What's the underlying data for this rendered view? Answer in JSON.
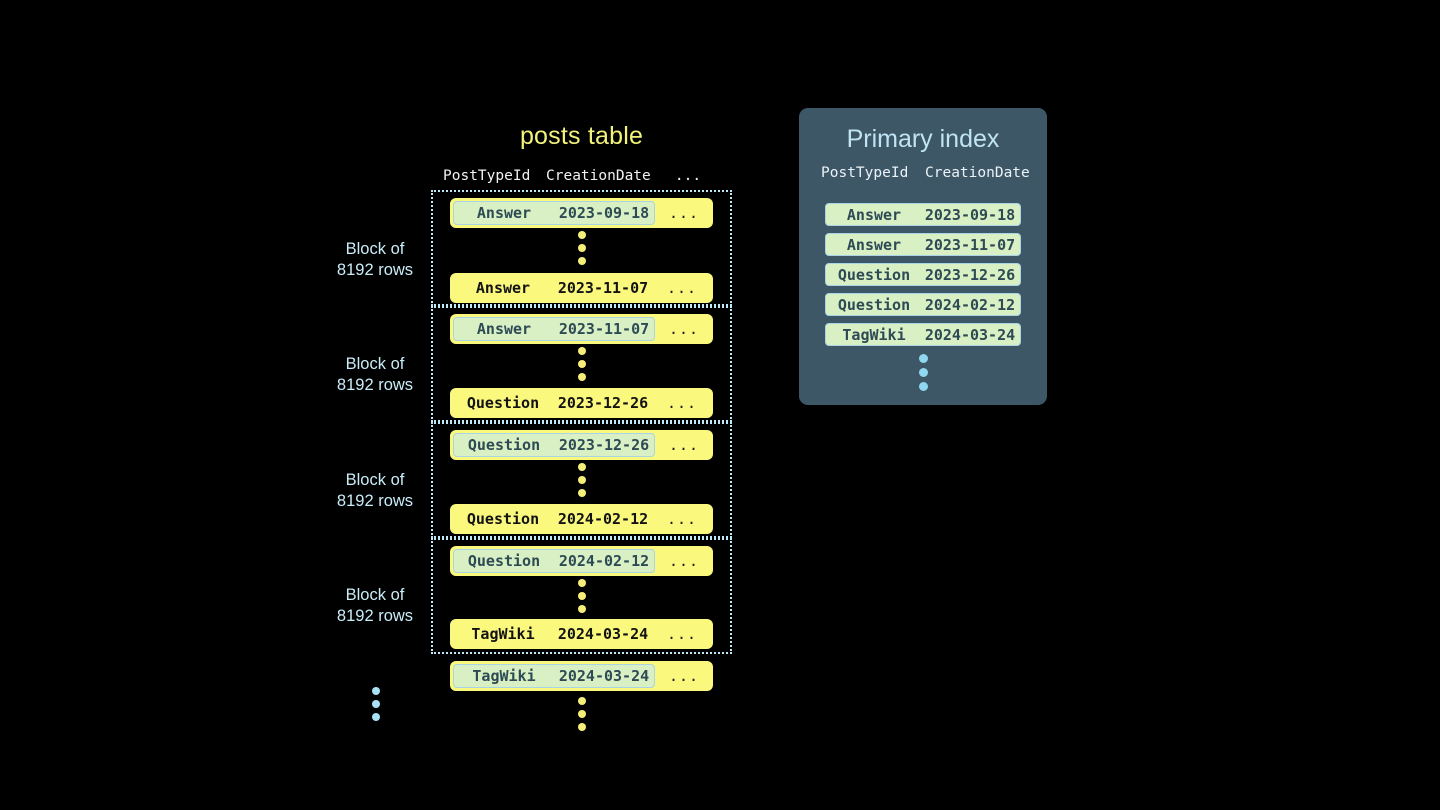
{
  "posts_table": {
    "title": "posts table",
    "columns": [
      "PostTypeId",
      "CreationDate",
      "..."
    ],
    "blocks": [
      {
        "label_line1": "Block of",
        "label_line2": "8192 rows",
        "first_row": {
          "post_type_id": "Answer",
          "creation_date": "2023-09-18",
          "ellipsis": "...",
          "highlighted": true
        },
        "last_row": {
          "post_type_id": "Answer",
          "creation_date": "2023-11-07",
          "ellipsis": "...",
          "highlighted": false
        }
      },
      {
        "label_line1": "Block of",
        "label_line2": "8192 rows",
        "first_row": {
          "post_type_id": "Answer",
          "creation_date": "2023-11-07",
          "ellipsis": "...",
          "highlighted": true
        },
        "last_row": {
          "post_type_id": "Question",
          "creation_date": "2023-12-26",
          "ellipsis": "...",
          "highlighted": false
        }
      },
      {
        "label_line1": "Block of",
        "label_line2": "8192 rows",
        "first_row": {
          "post_type_id": "Question",
          "creation_date": "2023-12-26",
          "ellipsis": "...",
          "highlighted": true
        },
        "last_row": {
          "post_type_id": "Question",
          "creation_date": "2024-02-12",
          "ellipsis": "...",
          "highlighted": false
        }
      },
      {
        "label_line1": "Block of",
        "label_line2": "8192 rows",
        "first_row": {
          "post_type_id": "Question",
          "creation_date": "2024-02-12",
          "ellipsis": "...",
          "highlighted": true
        },
        "last_row": {
          "post_type_id": "TagWiki",
          "creation_date": "2024-03-24",
          "ellipsis": "...",
          "highlighted": false
        }
      }
    ],
    "trailing_row": {
      "post_type_id": "TagWiki",
      "creation_date": "2024-03-24",
      "ellipsis": "...",
      "highlighted": true
    }
  },
  "primary_index": {
    "title": "Primary index",
    "columns": [
      "PostTypeId",
      "CreationDate"
    ],
    "rows": [
      {
        "post_type_id": "Answer",
        "creation_date": "2023-09-18"
      },
      {
        "post_type_id": "Answer",
        "creation_date": "2023-11-07"
      },
      {
        "post_type_id": "Question",
        "creation_date": "2023-12-26"
      },
      {
        "post_type_id": "Question",
        "creation_date": "2024-02-12"
      },
      {
        "post_type_id": "TagWiki",
        "creation_date": "2024-03-24"
      }
    ]
  },
  "colors": {
    "background": "#000000",
    "row_yellow": "#fbf87e",
    "highlight_green": "#d8f0c4",
    "highlight_border": "#a9d4e6",
    "accent_blue": "#bfe9f7",
    "title_yellow": "#f2f27a",
    "panel_slate": "#3e5766",
    "dot_yellow": "#f5ef79",
    "dot_blue": "#8fd8ef"
  }
}
